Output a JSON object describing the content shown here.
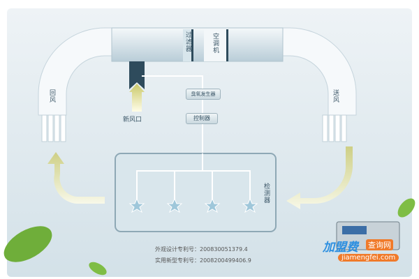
{
  "labels": {
    "filter": "过滤器",
    "ac_unit": "空调机",
    "fresh_air_inlet": "新风口",
    "ozone_generator": "臭氧发生器",
    "controller": "控制器",
    "return_air": "回风",
    "supply_air": "送风",
    "detector": "检测器"
  },
  "patents": {
    "design": "外观设计专利号：200830051379.4",
    "utility": "实用新型专利号：2008200499406.9"
  },
  "watermark": {
    "name": "加盟费",
    "tag": "查询网",
    "url": "jiamengfei.com"
  }
}
